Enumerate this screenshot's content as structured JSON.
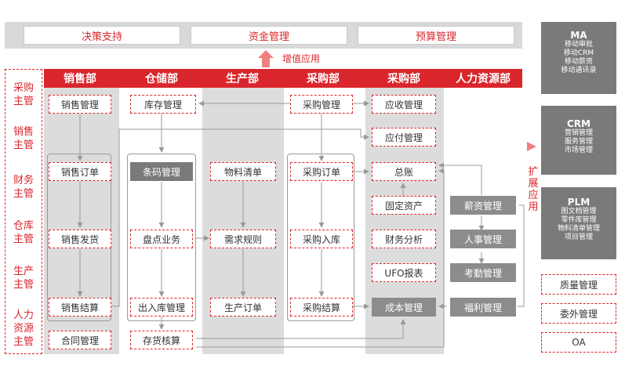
{
  "top": {
    "items": [
      "决策支持",
      "资金管理",
      "预算管理"
    ],
    "arrow_label": "增值应用"
  },
  "departments": [
    "销售部",
    "仓储部",
    "生产部",
    "采购部",
    "采购部",
    "人力资源部"
  ],
  "roles": [
    "采购\n主管",
    "销售\n主管",
    "财务\n主管",
    "仓库\n主管",
    "生产\n主管",
    "人力\n资源\n主管"
  ],
  "sales": [
    "销售管理",
    "销售订单",
    "销售发货",
    "销售结算",
    "合同管理"
  ],
  "warehouse": [
    "库存管理",
    "条码管理",
    "盘点业务",
    "出入库管理",
    "存货核算"
  ],
  "production": [
    "物料清单",
    "需求规则",
    "生产订单"
  ],
  "purchase": [
    "采购管理",
    "采购订单",
    "采购入库",
    "采购结算"
  ],
  "finance": [
    "应收管理",
    "应付管理",
    "总账",
    "固定资产",
    "财务分析",
    "UFO报表",
    "成本管理"
  ],
  "hr": [
    "薪资管理",
    "人事管理",
    "考勤管理",
    "福利管理"
  ],
  "extend_label": "扩\n展\n应\n用",
  "right_panels": [
    {
      "title": "MA",
      "lines": [
        "移动审批",
        "移动CRM",
        "移动薪资",
        "移动通讯录"
      ]
    },
    {
      "title": "CRM",
      "lines": [
        "营销管理",
        "服务管理",
        "市场管理"
      ]
    },
    {
      "title": "PLM",
      "lines": [
        "图文档管理",
        "零件库管理",
        "物料清单管理",
        "项目管理"
      ]
    }
  ],
  "right_boxes": [
    "质量管理",
    "委外管理",
    "OA"
  ],
  "colors": {
    "accent": "#d9262c",
    "panel": "#7a7a7a",
    "column": "#dcdcdc"
  }
}
